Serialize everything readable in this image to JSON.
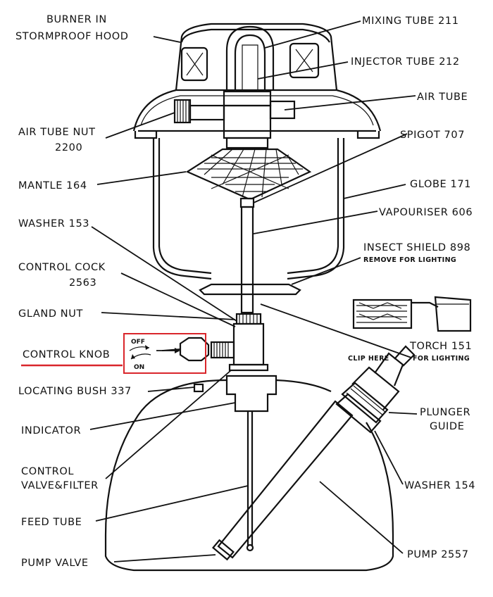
{
  "labels": {
    "burner_line1": "BURNER IN",
    "burner_line2": "STORMPROOF HOOD",
    "air_tube_nut_line1": "AIR TUBE NUT",
    "air_tube_nut_line2": "2200",
    "mantle": "MANTLE 164",
    "washer153": "WASHER 153",
    "control_cock_line1": "CONTROL COCK",
    "control_cock_line2": "2563",
    "gland_nut": "GLAND NUT",
    "control_knob": "CONTROL KNOB",
    "off": "OFF",
    "on": "ON",
    "locating_bush": "LOCATING BUSH 337",
    "indicator": "INDICATOR",
    "control_valve_line1": "CONTROL",
    "control_valve_line2": "VALVE&FILTER",
    "feed_tube": "FEED TUBE",
    "pump_valve": "PUMP VALVE",
    "mixing_tube": "MIXING TUBE 211",
    "injector_tube": "INJECTOR TUBE 212",
    "air_tube": "AIR TUBE",
    "spigot": "SPIGOT 707",
    "globe": "GLOBE 171",
    "vapouriser": "VAPOURISER 606",
    "insect_shield": "INSECT SHIELD 898",
    "remove_for_lighting": "REMOVE FOR LIGHTING",
    "torch": "TORCH 151",
    "clip_here": "CLIP HERE",
    "for_lighting": "FOR LIGHTING",
    "plunger_guide_line1": "PLUNGER",
    "plunger_guide_line2": "GUIDE",
    "washer154": "WASHER 154",
    "pump": "PUMP 2557"
  },
  "colors": {
    "highlight": "#d9262b",
    "ink": "#111111",
    "paper": "#ffffff"
  }
}
